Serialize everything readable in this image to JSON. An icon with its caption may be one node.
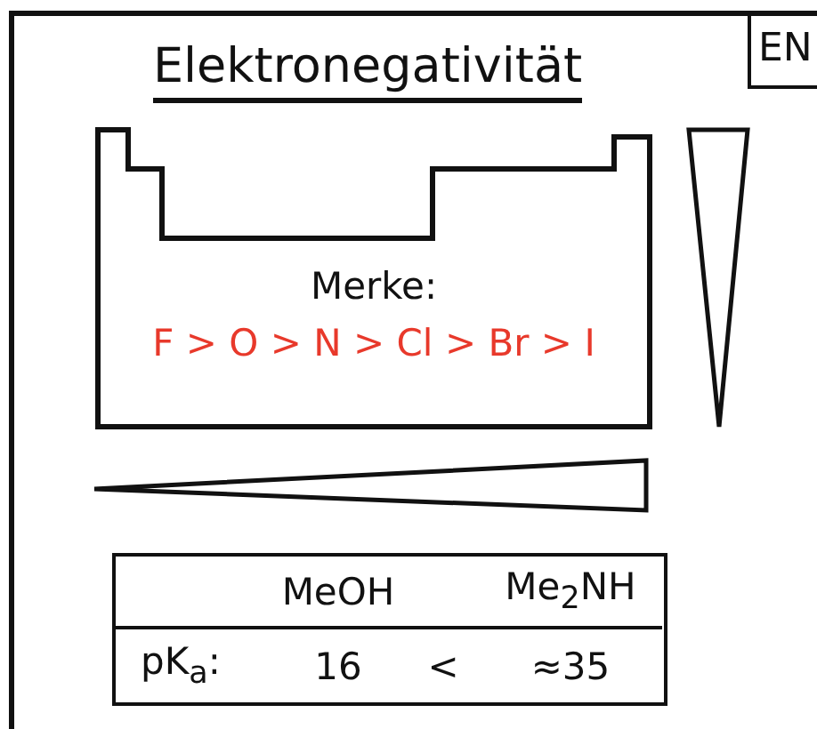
{
  "diagram": {
    "title": "Elektronegativität",
    "nodes": [
      {
        "text": [
          "EN"
        ]
      },
      {
        "text": [
          "Merke:",
          "F > O > N > Cl > Br > I"
        ]
      },
      {
        "text": [],
        "shape": "triangle"
      },
      {
        "text": [],
        "shape": "triangle"
      }
    ],
    "labels": [
      "MeOH",
      "Me$_{2}$NH",
      "pK$_{a}$:",
      "16",
      "<",
      "≈35"
    ]
  }
}
